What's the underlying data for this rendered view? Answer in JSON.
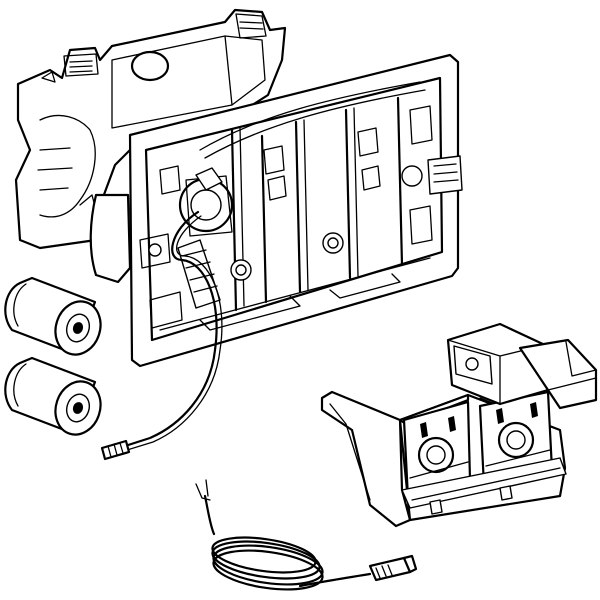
{
  "diagram": {
    "components": [
      {
        "id": "mounting-bracket",
        "kind": "part"
      },
      {
        "id": "actuator-frame",
        "kind": "part"
      },
      {
        "id": "battery-1",
        "kind": "part"
      },
      {
        "id": "battery-2",
        "kind": "part"
      },
      {
        "id": "control-module",
        "kind": "part"
      },
      {
        "id": "sensor-cable",
        "kind": "part"
      },
      {
        "id": "connection-cable",
        "kind": "part"
      }
    ],
    "colors": {
      "line": "#000000",
      "fill": "#ffffff"
    }
  }
}
